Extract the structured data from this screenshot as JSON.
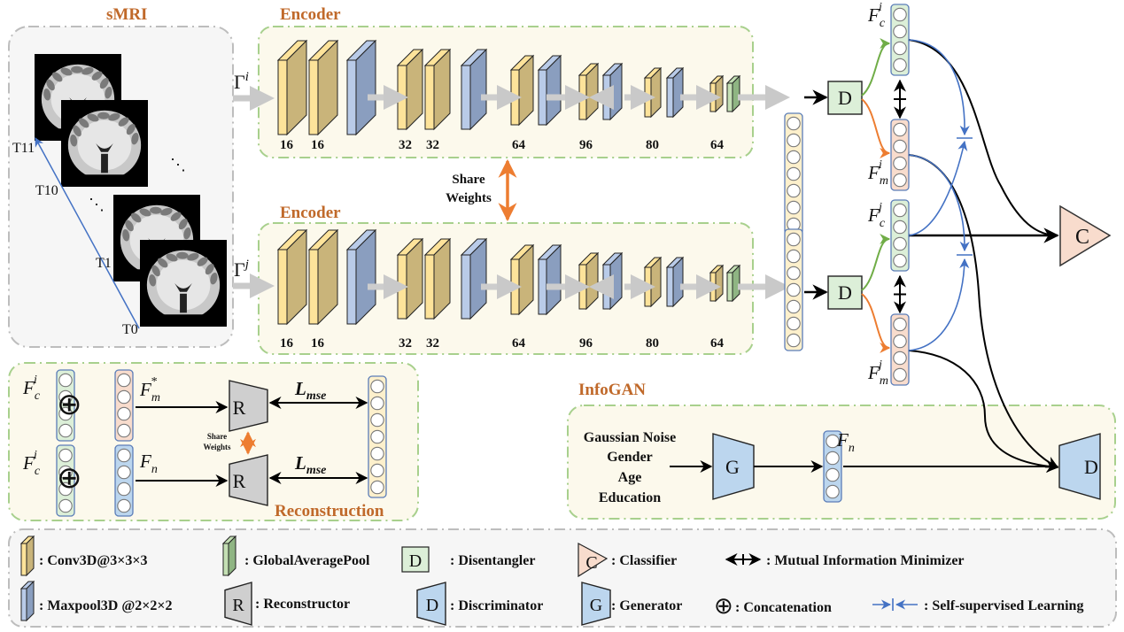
{
  "sections": {
    "smri_title": "sMRI",
    "encoder_top_title": "Encoder",
    "encoder_bottom_title": "Encoder",
    "reconstruction_title": "Reconstruction",
    "infogan_title": "InfoGAN"
  },
  "smri": {
    "timepoints": [
      "T11",
      "T10",
      "T1",
      "T0"
    ],
    "ellipsis": "⋱",
    "input_top": {
      "base": "Γ",
      "sup": "i"
    },
    "input_bottom": {
      "base": "Γ",
      "sup": "j"
    }
  },
  "encoder": {
    "channels": [
      "16",
      "16",
      "32",
      "32",
      "64",
      "96",
      "80",
      "64"
    ],
    "share_weights": [
      "Share",
      "Weights"
    ]
  },
  "disentangler_label": "D",
  "features": {
    "fc_i": {
      "base": "F",
      "sub": "c",
      "sup": "i"
    },
    "fm_i": {
      "base": "F",
      "sub": "m",
      "sup": "i"
    },
    "fc_j": {
      "base": "F",
      "sub": "c",
      "sup": "j"
    },
    "fm_j": {
      "base": "F",
      "sub": "m",
      "sup": "j"
    }
  },
  "classifier_label": "C",
  "reconstruction": {
    "fc_top": {
      "base": "F",
      "sub": "c",
      "sup": "i"
    },
    "fc_bottom": {
      "base": "F",
      "sub": "c",
      "sup": "i"
    },
    "fm_star": {
      "base": "F",
      "sub": "m",
      "sup": "*"
    },
    "fn": {
      "base": "F",
      "sub": "n"
    },
    "reconstructor_label": "R",
    "loss": {
      "base": "L",
      "sub": "mse"
    },
    "share_weights": [
      "Share",
      "Weights"
    ],
    "concat_symbol": "⊕"
  },
  "infogan": {
    "inputs": [
      "Gaussian Noise",
      "Gender",
      "Age",
      "Education"
    ],
    "generator_label": "G",
    "fn": {
      "base": "F",
      "sub": "n"
    },
    "discriminator_label": "D"
  },
  "legend": {
    "items": [
      {
        "key": "conv",
        "label": ": Conv3D@3×3×3"
      },
      {
        "key": "gap",
        "label": ": GlobalAveragePool"
      },
      {
        "key": "disentangler",
        "symbol": "D",
        "label": ": Disentangler"
      },
      {
        "key": "classifier",
        "symbol": "C",
        "label": ": Classifier"
      },
      {
        "key": "mim",
        "label": ": Mutual Information Minimizer"
      },
      {
        "key": "maxpool",
        "label": ": Maxpool3D @2×2×2"
      },
      {
        "key": "reconstructor",
        "symbol": "R",
        "label": ": Reconstructor"
      },
      {
        "key": "discriminator",
        "symbol": "D",
        "label": ": Discriminator"
      },
      {
        "key": "generator",
        "symbol": "G",
        "label": ": Generator"
      },
      {
        "key": "concat",
        "symbol": "⊕",
        "label": ": Concatenation"
      },
      {
        "key": "ssl",
        "label": ": Self-supervised Learning"
      }
    ]
  },
  "colors": {
    "title_orange": "#c0692a",
    "conv_front": "#fde39a",
    "conv_side": "#c9b47a",
    "pool_front": "#b9cbe8",
    "pool_side": "#8a9ebf",
    "gap_front": "#c4e0b4",
    "gap_side": "#8fb583",
    "green_box": "#dcefd8",
    "pink_box": "#f8dccd",
    "blue_box": "#bcd6ee",
    "gray_box": "#cfcfcf",
    "yellow_bg": "#fcf9ec",
    "gray_bg": "#f6f6f6",
    "green_dash": "#a8d08d",
    "blue_line": "#4472c4",
    "green_arrow": "#70ad47",
    "orange_arrow": "#ed7d31"
  }
}
